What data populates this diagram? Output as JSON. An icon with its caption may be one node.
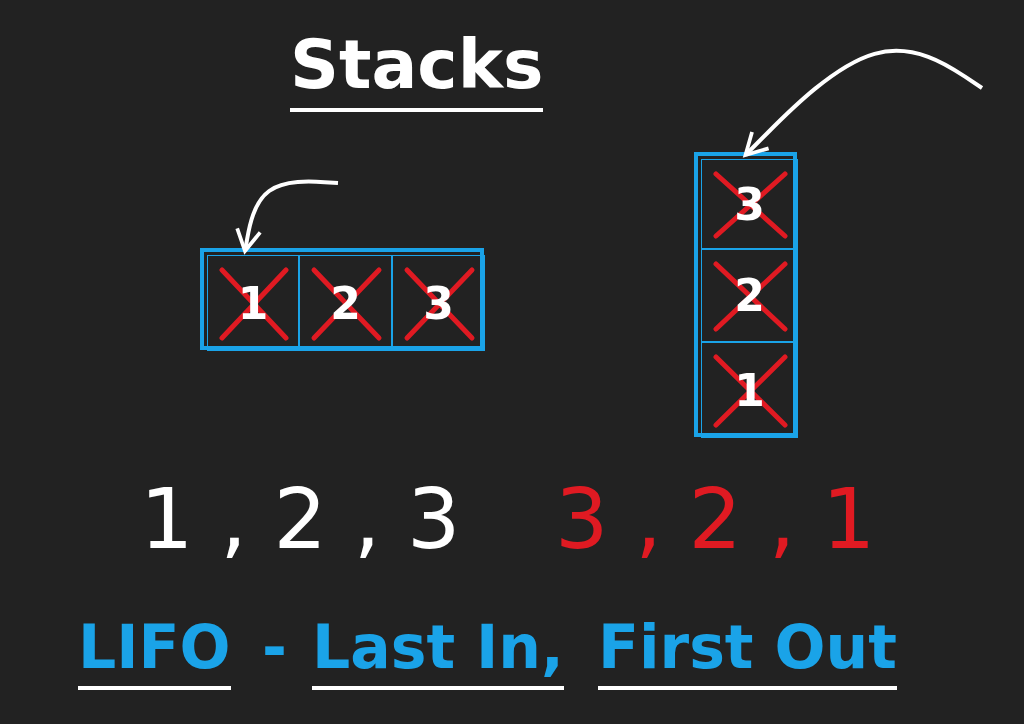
{
  "diagram": {
    "title": "Stacks",
    "nodes": [
      {
        "text": [],
        "shape": "box"
      },
      {
        "text": [
          "1"
        ],
        "in": 0
      },
      {
        "text": [
          "2"
        ],
        "in": 0
      },
      {
        "text": [
          "3"
        ],
        "in": 0
      },
      {
        "text": [],
        "shape": "box"
      },
      {
        "text": [
          "3"
        ],
        "in": 4
      },
      {
        "text": [
          "2"
        ],
        "in": 4
      },
      {
        "text": [
          "1"
        ],
        "in": 4
      }
    ],
    "edges": [
      {
        "from": null,
        "to": 1,
        "arrow": "to"
      },
      {
        "from": null,
        "to": 5,
        "arrow": "to"
      }
    ],
    "labels": [
      "1 , 2 , 3",
      "3 , 2 , 1",
      "LIFO",
      "-",
      "Last In,",
      "First Out"
    ]
  }
}
